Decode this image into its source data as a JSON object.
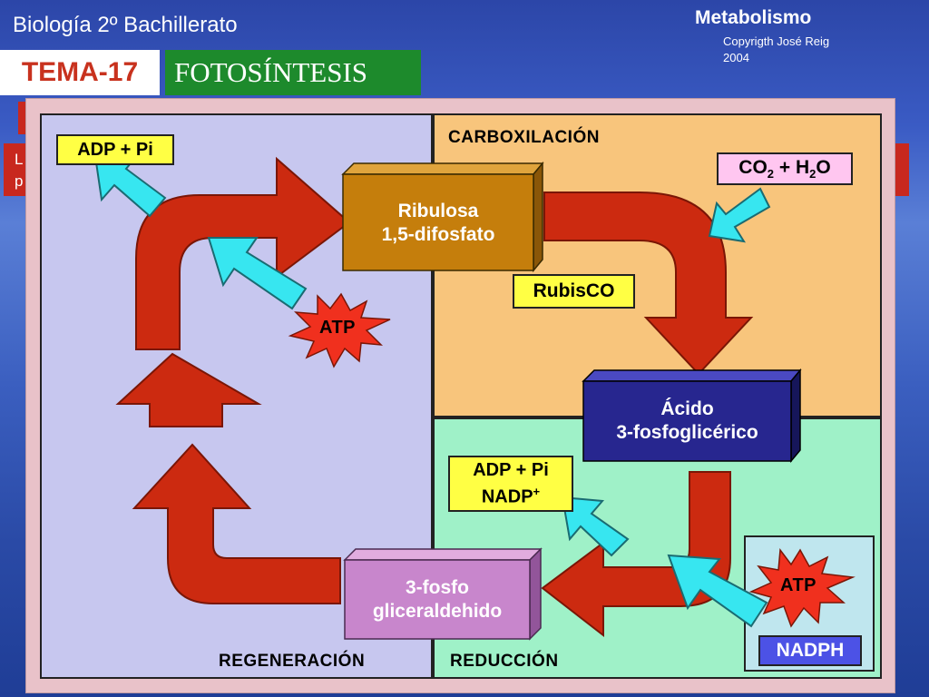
{
  "header": {
    "course": "Biología 2º Bachillerato",
    "subject": "Metabolismo",
    "copyright_line1": "Copyrigth José Reig",
    "copyright_line2": "2004",
    "tema": "TEMA-17",
    "tema_title": "FOTOSÍNTESIS",
    "partial_text_line1": "L",
    "partial_text_line2": "p"
  },
  "diagram": {
    "phases": {
      "carboxylation": "CARBOXILACIÓN",
      "reduction": "REDUCCIÓN",
      "regeneration": "REGENERACIÓN"
    },
    "molecules": {
      "ribulose_line1": "Ribulosa",
      "ribulose_line2": "1,5-difosfato",
      "pga_line1": "Ácido",
      "pga_line2": "3-fosfoglicérico",
      "g3p_line1": "3-fosfo",
      "g3p_line2": "gliceraldehido"
    },
    "labels": {
      "adp_pi_top": "ADP + Pi",
      "co2_h2o_a": "CO",
      "co2_h2o_sub1": "2",
      "co2_h2o_b": " + H",
      "co2_h2o_sub2": "2",
      "co2_h2o_c": "O",
      "rubisco": "RubisCO",
      "atp_left": "ATP",
      "adp_pi_bottom": "ADP + Pi",
      "nadp": "NADP",
      "nadp_sup": "+",
      "atp_right": "ATP",
      "nadph": "NADPH"
    },
    "colors": {
      "ribulose": "#c57e0c",
      "pga": "#27268f",
      "g3p": "#c886cc",
      "arrow_red": "#cc2a10",
      "arrow_cyan": "#37e6f0",
      "starburst": "#f0301e"
    }
  }
}
